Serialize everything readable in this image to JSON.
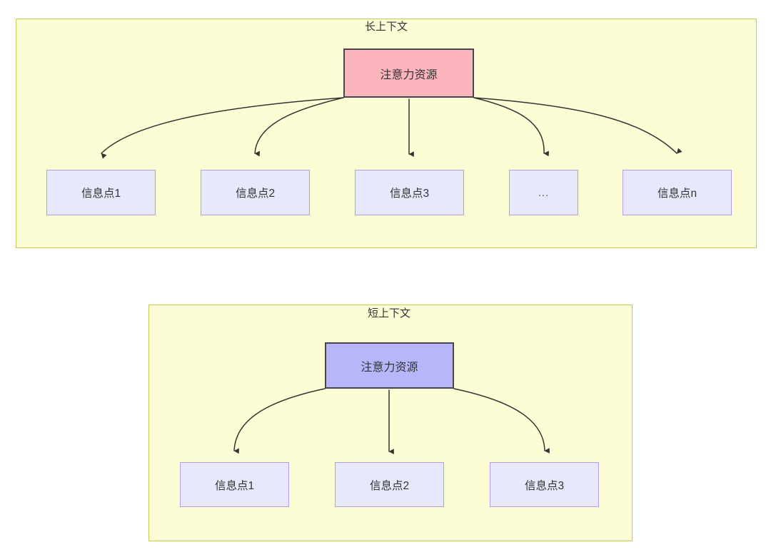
{
  "diagram": {
    "type": "flowchart",
    "background": "#ffffff",
    "palette": {
      "panel_fill": "#fdfdd5",
      "panel_border": "#c8c853",
      "attention_long_fill": "#fcb4bd",
      "attention_short_fill": "#b7b6fa",
      "node_border_dark": "#48454f",
      "info_fill": "#e8e8fc",
      "info_border": "#b79ae8",
      "edge_color": "#333333",
      "text_color": "#333333"
    },
    "groups": [
      {
        "id": "long-context",
        "title": "长上下文",
        "root": {
          "id": "attn-long",
          "label": "注意力资源"
        },
        "children": [
          {
            "id": "long-info-1",
            "label": "信息点1"
          },
          {
            "id": "long-info-2",
            "label": "信息点2"
          },
          {
            "id": "long-info-3",
            "label": "信息点3"
          },
          {
            "id": "long-info-ellipsis",
            "label": "..."
          },
          {
            "id": "long-info-n",
            "label": "信息点n"
          }
        ]
      },
      {
        "id": "short-context",
        "title": "短上下文",
        "root": {
          "id": "attn-short",
          "label": "注意力资源"
        },
        "children": [
          {
            "id": "short-info-1",
            "label": "信息点1"
          },
          {
            "id": "short-info-2",
            "label": "信息点2"
          },
          {
            "id": "short-info-3",
            "label": "信息点3"
          }
        ]
      }
    ]
  }
}
